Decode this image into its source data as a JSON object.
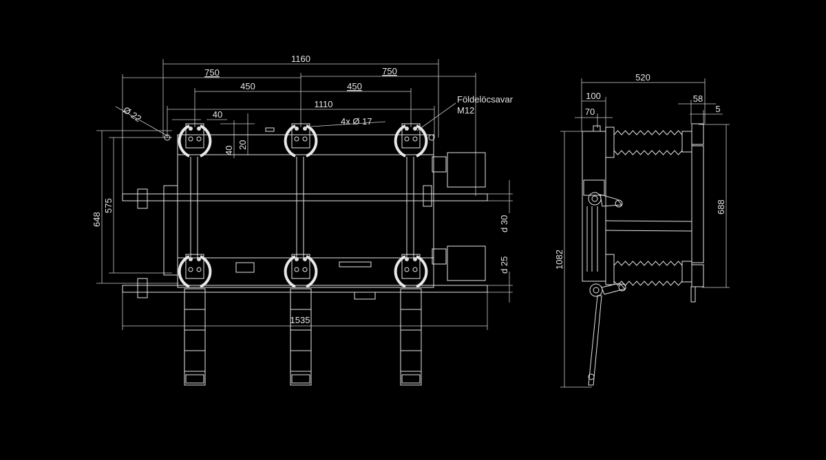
{
  "front_view": {
    "dimensions": {
      "overall_top": "1160",
      "left_half": "750",
      "right_half": "750",
      "pole_left": "450",
      "pole_right": "450",
      "inner_width": "1110",
      "hole_spacing": "40",
      "hole_diameter": "Ø 22",
      "terminal_holes": "4x Ø 17",
      "height_20": "20",
      "height_40": "40",
      "height_648": "648",
      "height_575": "575",
      "shaft_d30": "d 30",
      "shaft_d25": "d 25",
      "overall_bottom": "1535"
    },
    "earthing_label": "Földelöcsavar",
    "earthing_size": "M12"
  },
  "side_view": {
    "dimensions": {
      "depth": "520",
      "d100": "100",
      "d70": "70",
      "d58": "58",
      "d5": "5",
      "height_688": "688",
      "height_1082": "1082"
    }
  },
  "colors": {
    "background": "#000000",
    "lines": "#e8e8e8"
  }
}
